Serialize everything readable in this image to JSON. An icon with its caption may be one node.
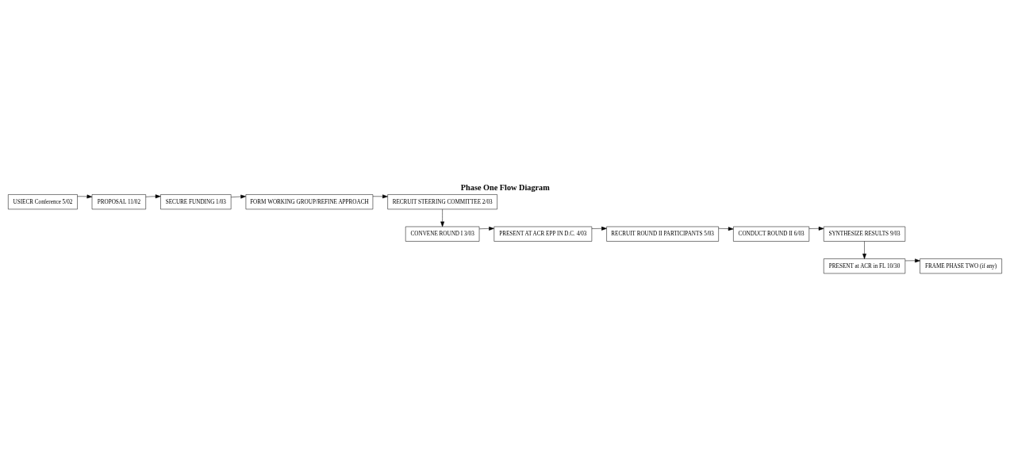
{
  "diagram": {
    "title": "Phase One Flow Diagram",
    "nodes": [
      {
        "text": [
          "USIECR Conference 5/02"
        ]
      },
      {
        "text": [
          "PROPOSAL 11/02"
        ]
      },
      {
        "text": [
          "SECURE FUNDING 1/03"
        ]
      },
      {
        "text": [
          "FORM WORKING GROUP/REFINE APPROACH"
        ]
      },
      {
        "text": [
          "RECRUIT STEERING COMMITTEE 2/03"
        ]
      },
      {
        "text": [
          "CONVENE ROUND I 3/03"
        ]
      },
      {
        "text": [
          "PRESENT AT ACR EPP IN D.C. 4/03"
        ]
      },
      {
        "text": [
          "RECRUIT ROUND II PARTICIPANTS 5/03"
        ]
      },
      {
        "text": [
          "CONDUCT ROUND II 6/03"
        ]
      },
      {
        "text": [
          "SYNTHESIZE RESULTS 9/03"
        ]
      },
      {
        "text": [
          "PRESENT at ACR in FL 10/30"
        ]
      },
      {
        "text": [
          "FRAME PHASE TWO (if any)"
        ]
      }
    ],
    "edges": [
      {
        "from": 0,
        "to": 1,
        "arrow": "to"
      },
      {
        "from": 1,
        "to": 2,
        "arrow": "to"
      },
      {
        "from": 2,
        "to": 3,
        "arrow": "to"
      },
      {
        "from": 3,
        "to": 4,
        "arrow": "to"
      },
      {
        "from": 4,
        "to": 5,
        "arrow": "to"
      },
      {
        "from": 5,
        "to": 6,
        "arrow": "to"
      },
      {
        "from": 6,
        "to": 7,
        "arrow": "to"
      },
      {
        "from": 7,
        "to": 8,
        "arrow": "to"
      },
      {
        "from": 8,
        "to": 9,
        "arrow": "to"
      },
      {
        "from": 9,
        "to": 10,
        "arrow": "to"
      },
      {
        "from": 10,
        "to": 11,
        "arrow": "to"
      }
    ]
  }
}
